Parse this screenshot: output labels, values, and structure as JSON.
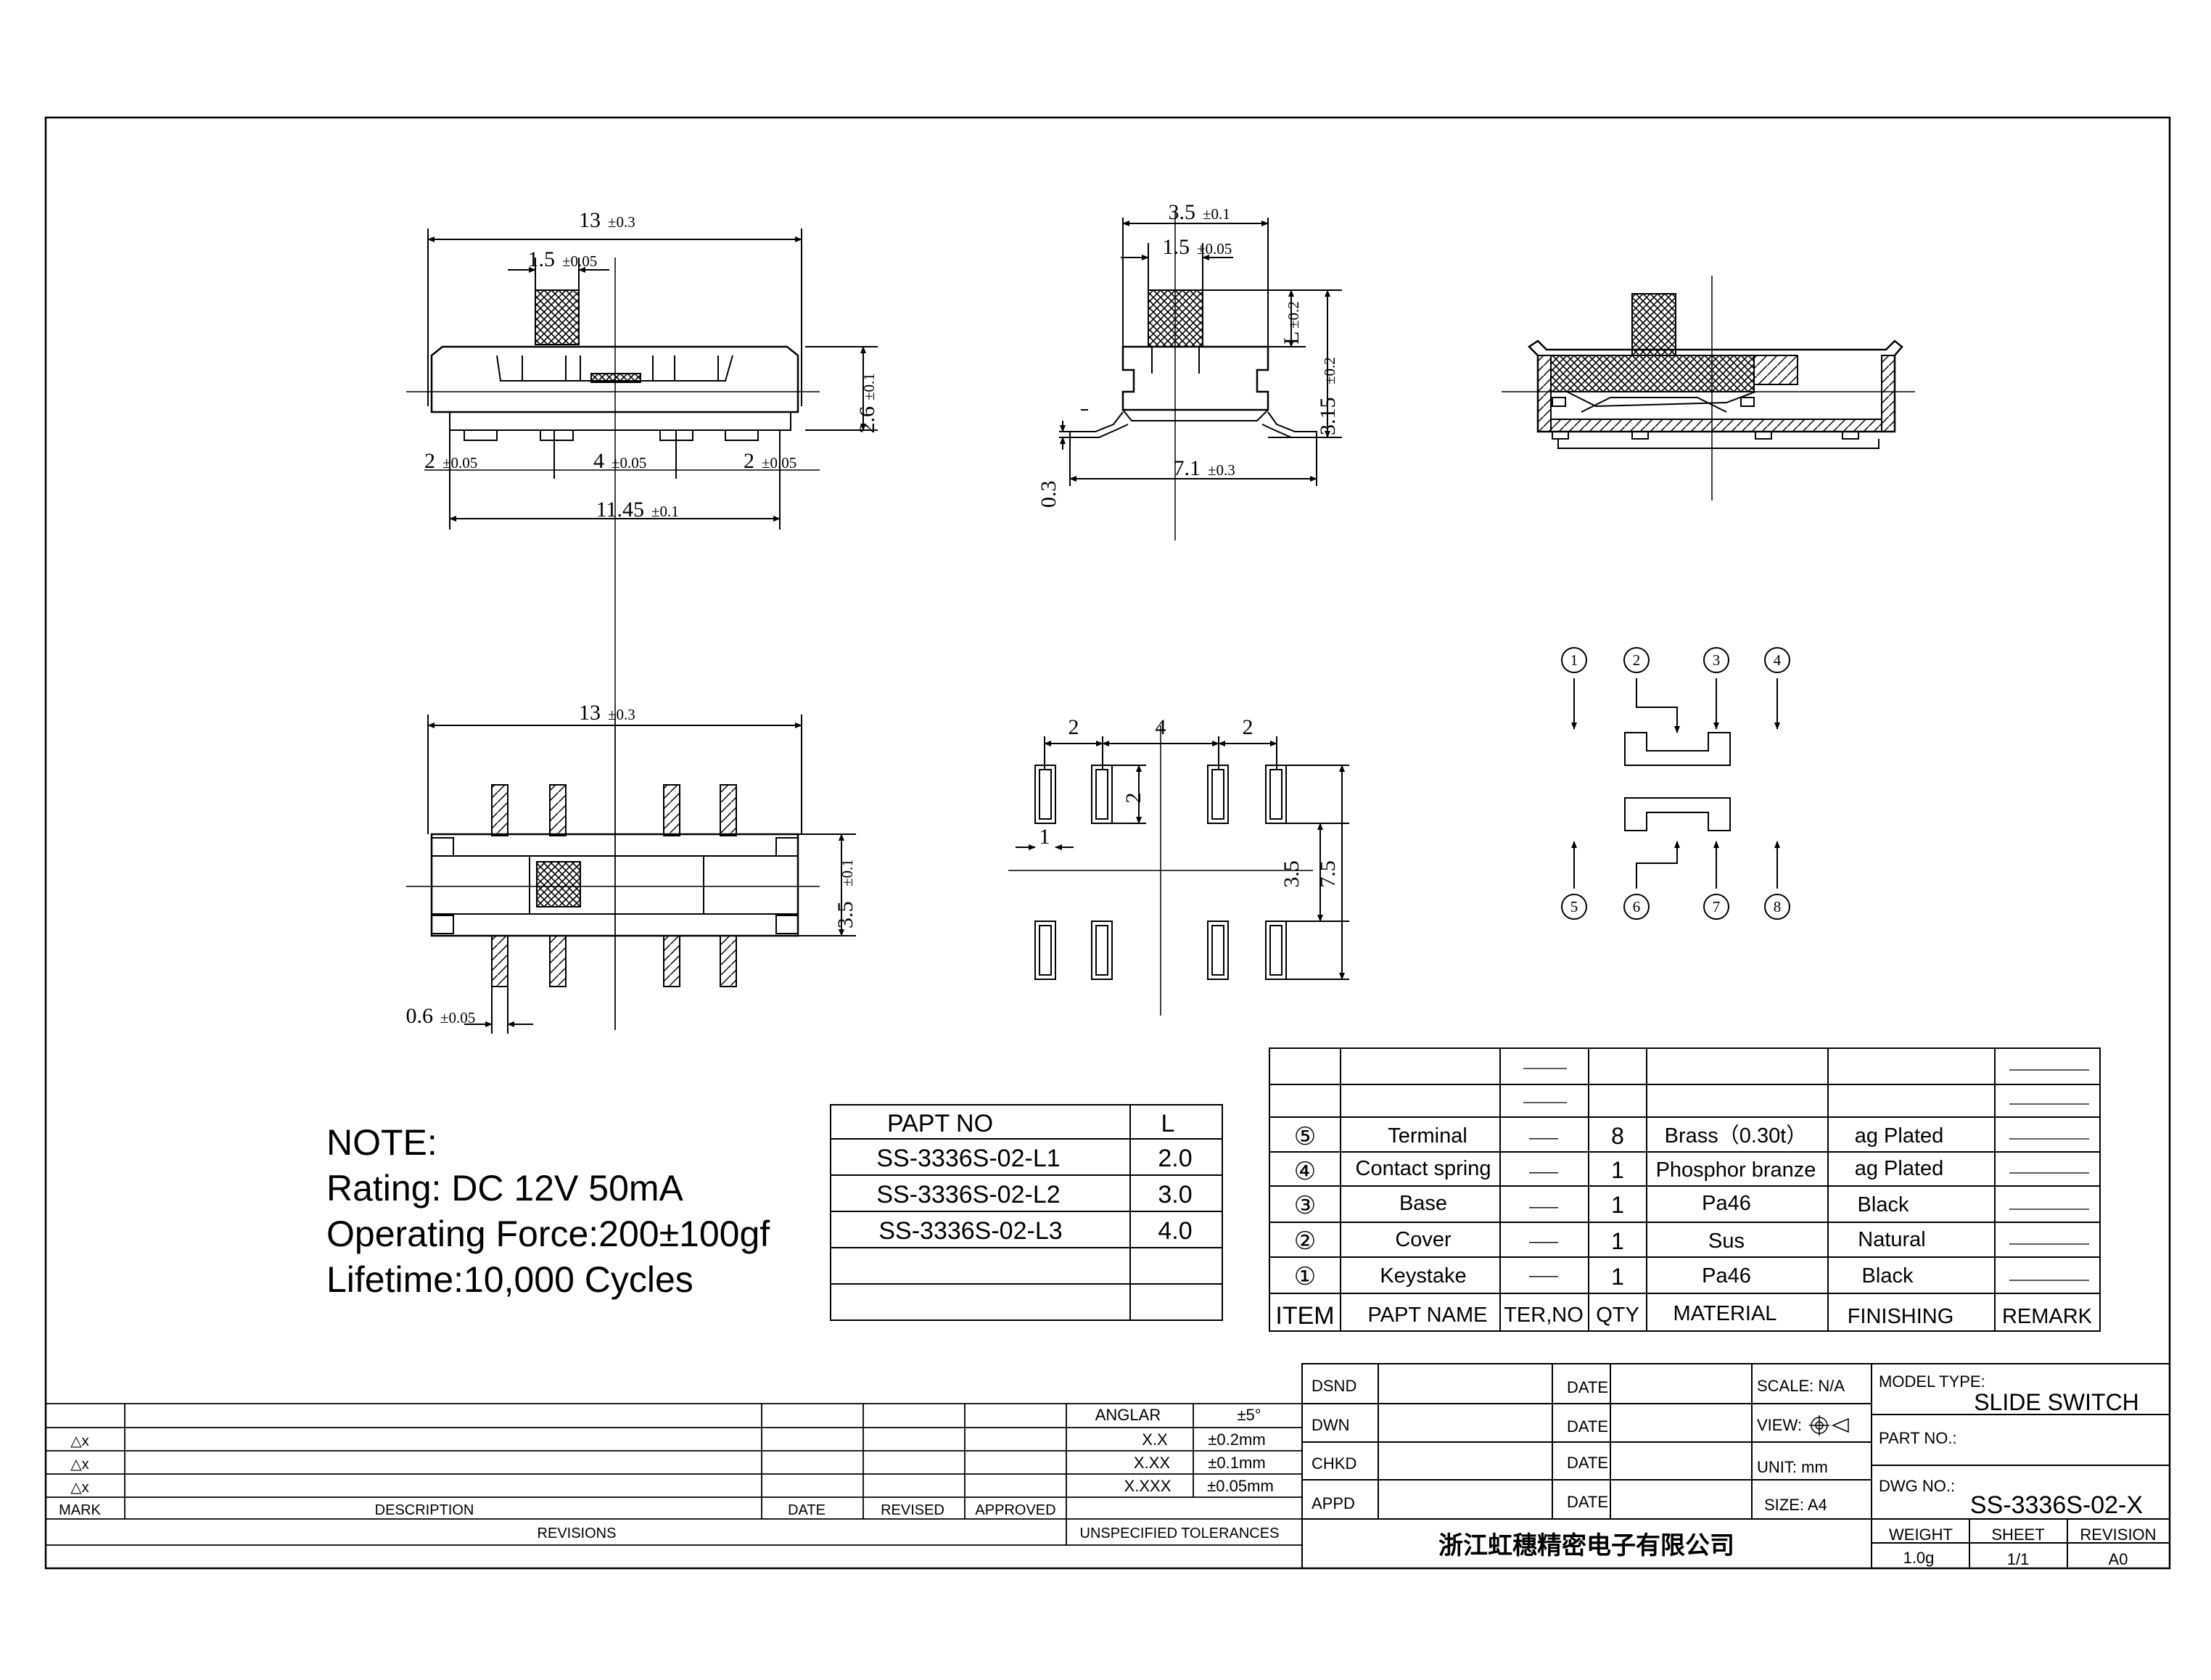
{
  "dimensions": {
    "front_width": "13",
    "front_width_tol": "±0.3",
    "front_knob": "1.5",
    "front_knob_tol": "±0.05",
    "front_height": "2.6",
    "front_height_tol": "±0.1",
    "pitch_a": "2",
    "pitch_a_tol": "±0.05",
    "pitch_b": "4",
    "pitch_b_tol": "±0.05",
    "pitch_c": "2",
    "pitch_c_tol": "±0.05",
    "front_span": "11.45",
    "front_span_tol": "±0.1",
    "side_width": "3.5",
    "side_width_tol": "±0.1",
    "side_knob": "1.5",
    "side_knob_tol": "±0.05",
    "side_L": "L",
    "side_L_tol": "±0.2",
    "side_height": "3.15",
    "side_height_tol": "±0.2",
    "side_lead": "0.3",
    "side_span": "7.1",
    "side_span_tol": "±0.3",
    "top_width": "13",
    "top_width_tol": "±0.3",
    "top_depth": "3.5",
    "top_depth_tol": "±0.1",
    "top_lead": "0.6",
    "top_lead_tol": "±0.05",
    "pad_a": "2",
    "pad_b": "4",
    "pad_c": "2",
    "pad_h": "2",
    "pad_w": "1",
    "pad_gap": "3.5",
    "pad_span": "7.5"
  },
  "schematic": {
    "pins_top": [
      "1",
      "2",
      "3",
      "4"
    ],
    "pins_bottom": [
      "5",
      "6",
      "7",
      "8"
    ]
  },
  "note": {
    "title": "NOTE:",
    "lines": [
      "Rating: DC 12V  50mA",
      "Operating Force:200±100gf",
      "Lifetime:10,000 Cycles"
    ]
  },
  "part_table": {
    "headers": [
      "PAPT NO",
      "L"
    ],
    "rows": [
      [
        "SS-3336S-02-L1",
        "2.0"
      ],
      [
        "SS-3336S-02-L2",
        "3.0"
      ],
      [
        "SS-3336S-02-L3",
        "4.0"
      ]
    ]
  },
  "bom": {
    "rows": [
      {
        "no": "⑤",
        "name": "Terminal",
        "ter": "——",
        "qty": "8",
        "material": "Brass（0.30t）",
        "finish": "ag Plated"
      },
      {
        "no": "④",
        "name": "Contact spring",
        "ter": "——",
        "qty": "1",
        "material": "Phosphor branze",
        "finish": "ag Plated"
      },
      {
        "no": "③",
        "name": "Base",
        "ter": "——",
        "qty": "1",
        "material": "Pa46",
        "finish": "Black"
      },
      {
        "no": "②",
        "name": "Cover",
        "ter": "——",
        "qty": "1",
        "material": "Sus",
        "finish": "Natural"
      },
      {
        "no": "①",
        "name": "Keystake",
        "ter": "——",
        "qty": "1",
        "material": "Pa46",
        "finish": "Black"
      }
    ],
    "headers": [
      "ITEM",
      "PAPT NAME",
      "TER,NO",
      "QTY",
      "MATERIAL",
      "FINISHING",
      "REMARK"
    ],
    "dash": "——"
  },
  "revisions": {
    "marks": [
      "△x",
      "△x",
      "△x"
    ],
    "headers": [
      "MARK",
      "DESCRIPTION",
      "DATE",
      "REVISED",
      "APPROVED"
    ],
    "footer": "REVISIONS"
  },
  "tolerances": {
    "rows": [
      [
        "ANGLAR",
        "±5°"
      ],
      [
        "X.X",
        "±0.2mm"
      ],
      [
        "X.XX",
        "±0.1mm"
      ],
      [
        "X.XXX",
        "±0.05mm"
      ]
    ],
    "footer": "UNSPECIFIED TOLERANCES"
  },
  "title_block": {
    "roles": [
      "DSND",
      "DWN",
      "CHKD",
      "APPD"
    ],
    "date_label": "DATE",
    "scale": "SCALE: N/A",
    "view": "VIEW:",
    "unit": "UNIT: mm",
    "size": "SIZE: A4",
    "model_type_label": "MODEL TYPE:",
    "model_type": "SLIDE SWITCH",
    "part_no_label": "PART NO.:",
    "dwg_no_label": "DWG NO.:",
    "dwg_no": "SS-3336S-02-X",
    "company": "浙江虹穗精密电子有限公司",
    "weight_label": "WEIGHT",
    "weight": "1.0g",
    "sheet_label": "SHEET",
    "sheet": "1/1",
    "revision_label": "REVISION",
    "revision": "A0"
  }
}
